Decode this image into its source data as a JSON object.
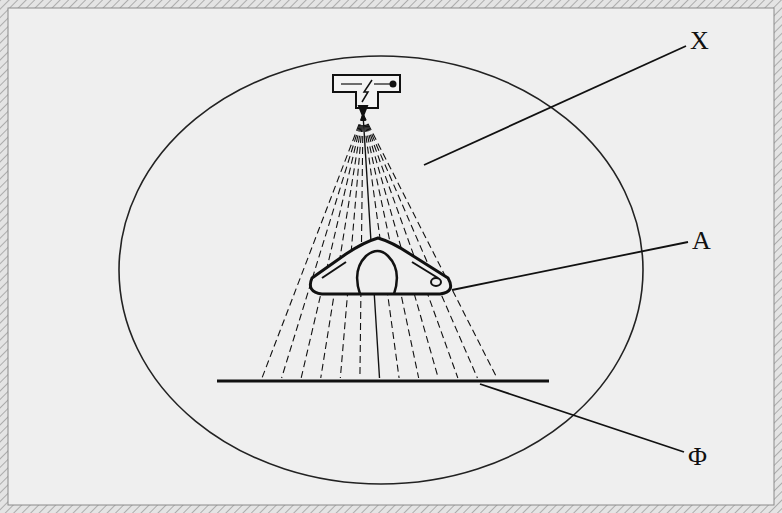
{
  "diagram": {
    "labels": [
      "X",
      "A",
      "Φ"
    ]
  }
}
